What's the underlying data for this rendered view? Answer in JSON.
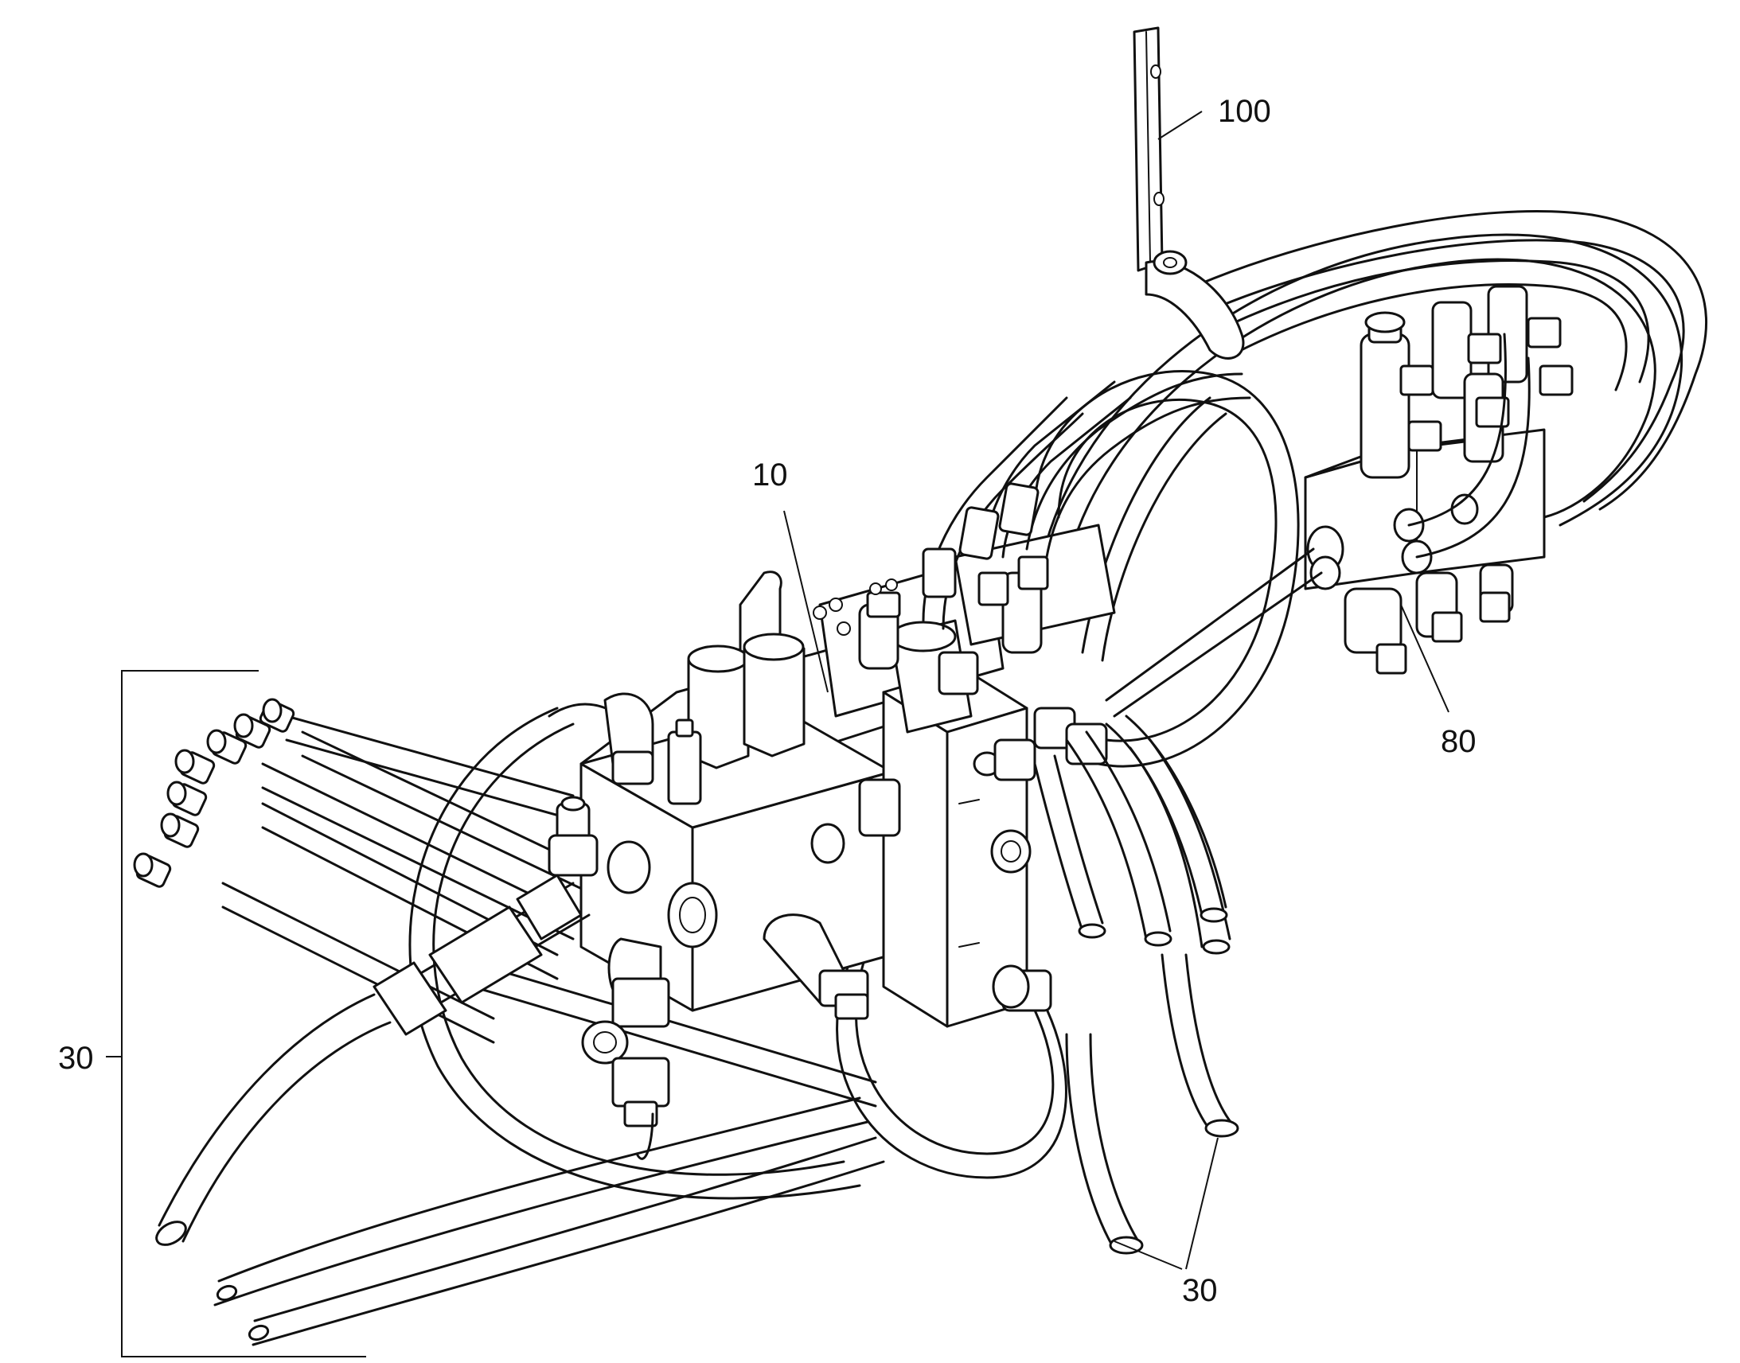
{
  "callouts": {
    "bracket_hoses": "30",
    "valve_block": "10",
    "bracket": "100",
    "remote_valve_block": "80",
    "lower_hoses": "30"
  }
}
